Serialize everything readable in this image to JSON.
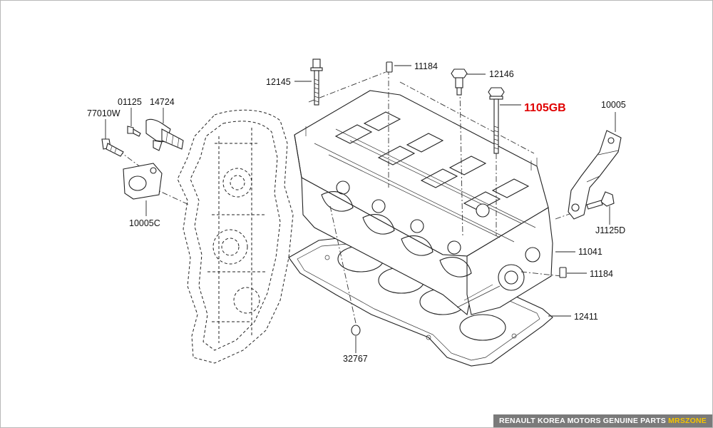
{
  "parts": {
    "p12145": "12145",
    "p11184_top": "11184",
    "p12146": "12146",
    "p1105GB": "1105GB",
    "p10005": "10005",
    "p01125": "01125",
    "p14724": "14724",
    "p77010W": "77010W",
    "p10005C": "10005C",
    "pJ1125D": "J1125D",
    "p11041": "11041",
    "p11184_bottom": "11184",
    "p12411": "12411",
    "p32767": "32767"
  },
  "footer": {
    "text": "RENAULT KOREA MOTORS GENUINE PARTS",
    "brand": "MRSZONE"
  },
  "colors": {
    "highlight": "#e00000",
    "banner_bg": "#7a7a7a",
    "banner_brand": "#f5c400"
  }
}
